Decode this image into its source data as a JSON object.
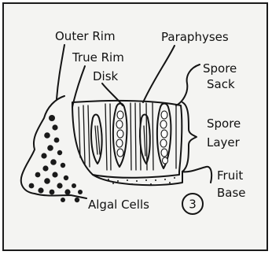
{
  "labels": {
    "outer_rim": "Outer Rim",
    "paraphyses": "Paraphyses",
    "true_rim": "True Rim",
    "spore_sack_line1": "Spore",
    "spore_sack_line2": "Sack",
    "disk": "Disk",
    "spore_layer_line1": "Spore",
    "spore_layer_line2": "Layer",
    "fruit_base_line1": "Fruit",
    "fruit_base_line2": "Base",
    "algal_cells": "Algal Cells",
    "figure_number": "3"
  }
}
